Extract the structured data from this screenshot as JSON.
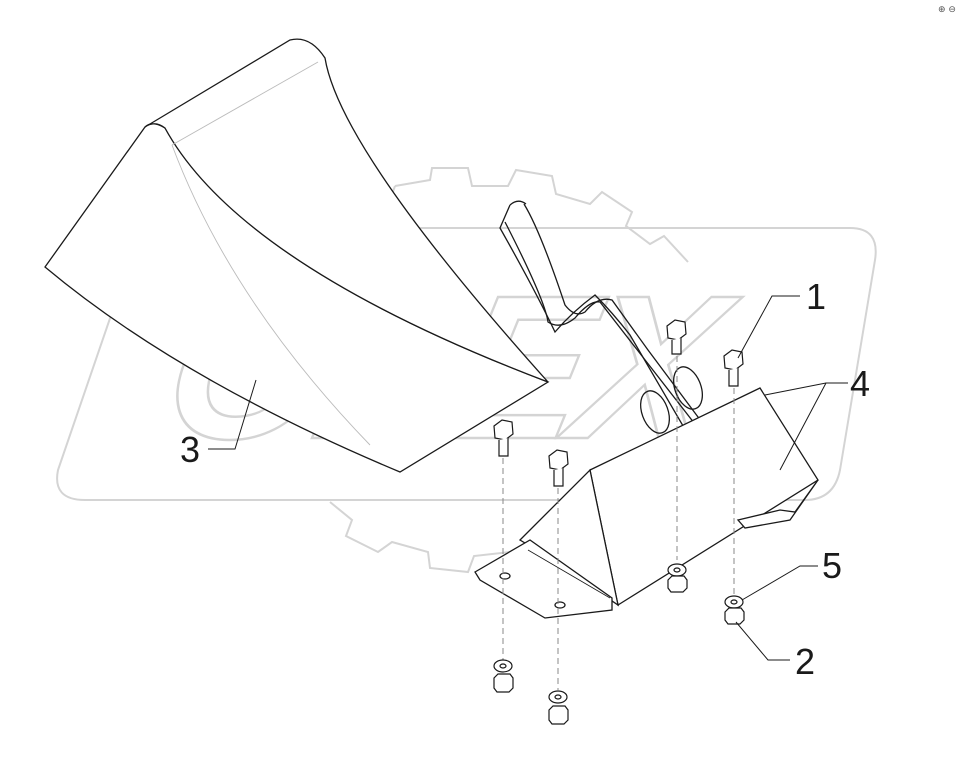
{
  "diagram": {
    "watermark_text": "OPEX",
    "corner_mark": "⊕ ⊖",
    "callouts": [
      {
        "id": "1",
        "label": "1"
      },
      {
        "id": "2",
        "label": "2"
      },
      {
        "id": "3",
        "label": "3"
      },
      {
        "id": "4",
        "label": "4"
      },
      {
        "id": "5",
        "label": "5"
      }
    ],
    "colors": {
      "line": "#1a1a1a",
      "watermark": "#d4d4d4",
      "dash": "#888888"
    }
  }
}
